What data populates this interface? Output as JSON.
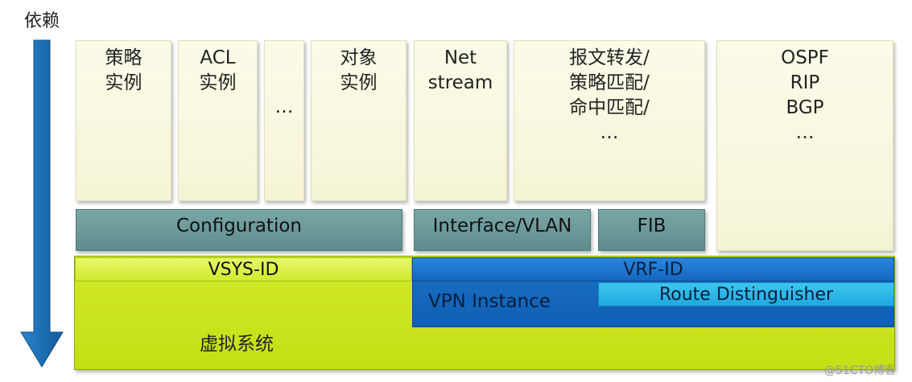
{
  "dependency_label": "依赖",
  "top_boxes": {
    "policy_instance": [
      "策略",
      "实例"
    ],
    "acl_instance": [
      "ACL",
      "实例"
    ],
    "ellipsis": [
      "…"
    ],
    "object_instance": [
      "对象",
      "实例"
    ],
    "netstream": [
      "Net",
      "stream"
    ],
    "forwarding": [
      "报文转发/",
      "策略匹配/",
      "命中匹配/",
      "…"
    ],
    "routing": [
      "OSPF",
      "RIP",
      "BGP",
      "…"
    ]
  },
  "middle_bars": {
    "configuration": "Configuration",
    "interface_vlan": "Interface/VLAN",
    "fib": "FIB"
  },
  "bottom": {
    "vsys_id": "VSYS-ID",
    "vrf_id": "VRF-ID",
    "vpn_instance": "VPN Instance",
    "route_distinguisher": "Route Distinguisher",
    "virtual_system": "虚拟系统"
  },
  "watermark": "@51CTO博客",
  "colors": {
    "box_fill": "#f6f4d6",
    "teal": "#6a9797",
    "lime": "#c3df14",
    "blue": "#1567c0",
    "cyan": "#1fa8e0",
    "arrow": "#1c6fb3"
  }
}
